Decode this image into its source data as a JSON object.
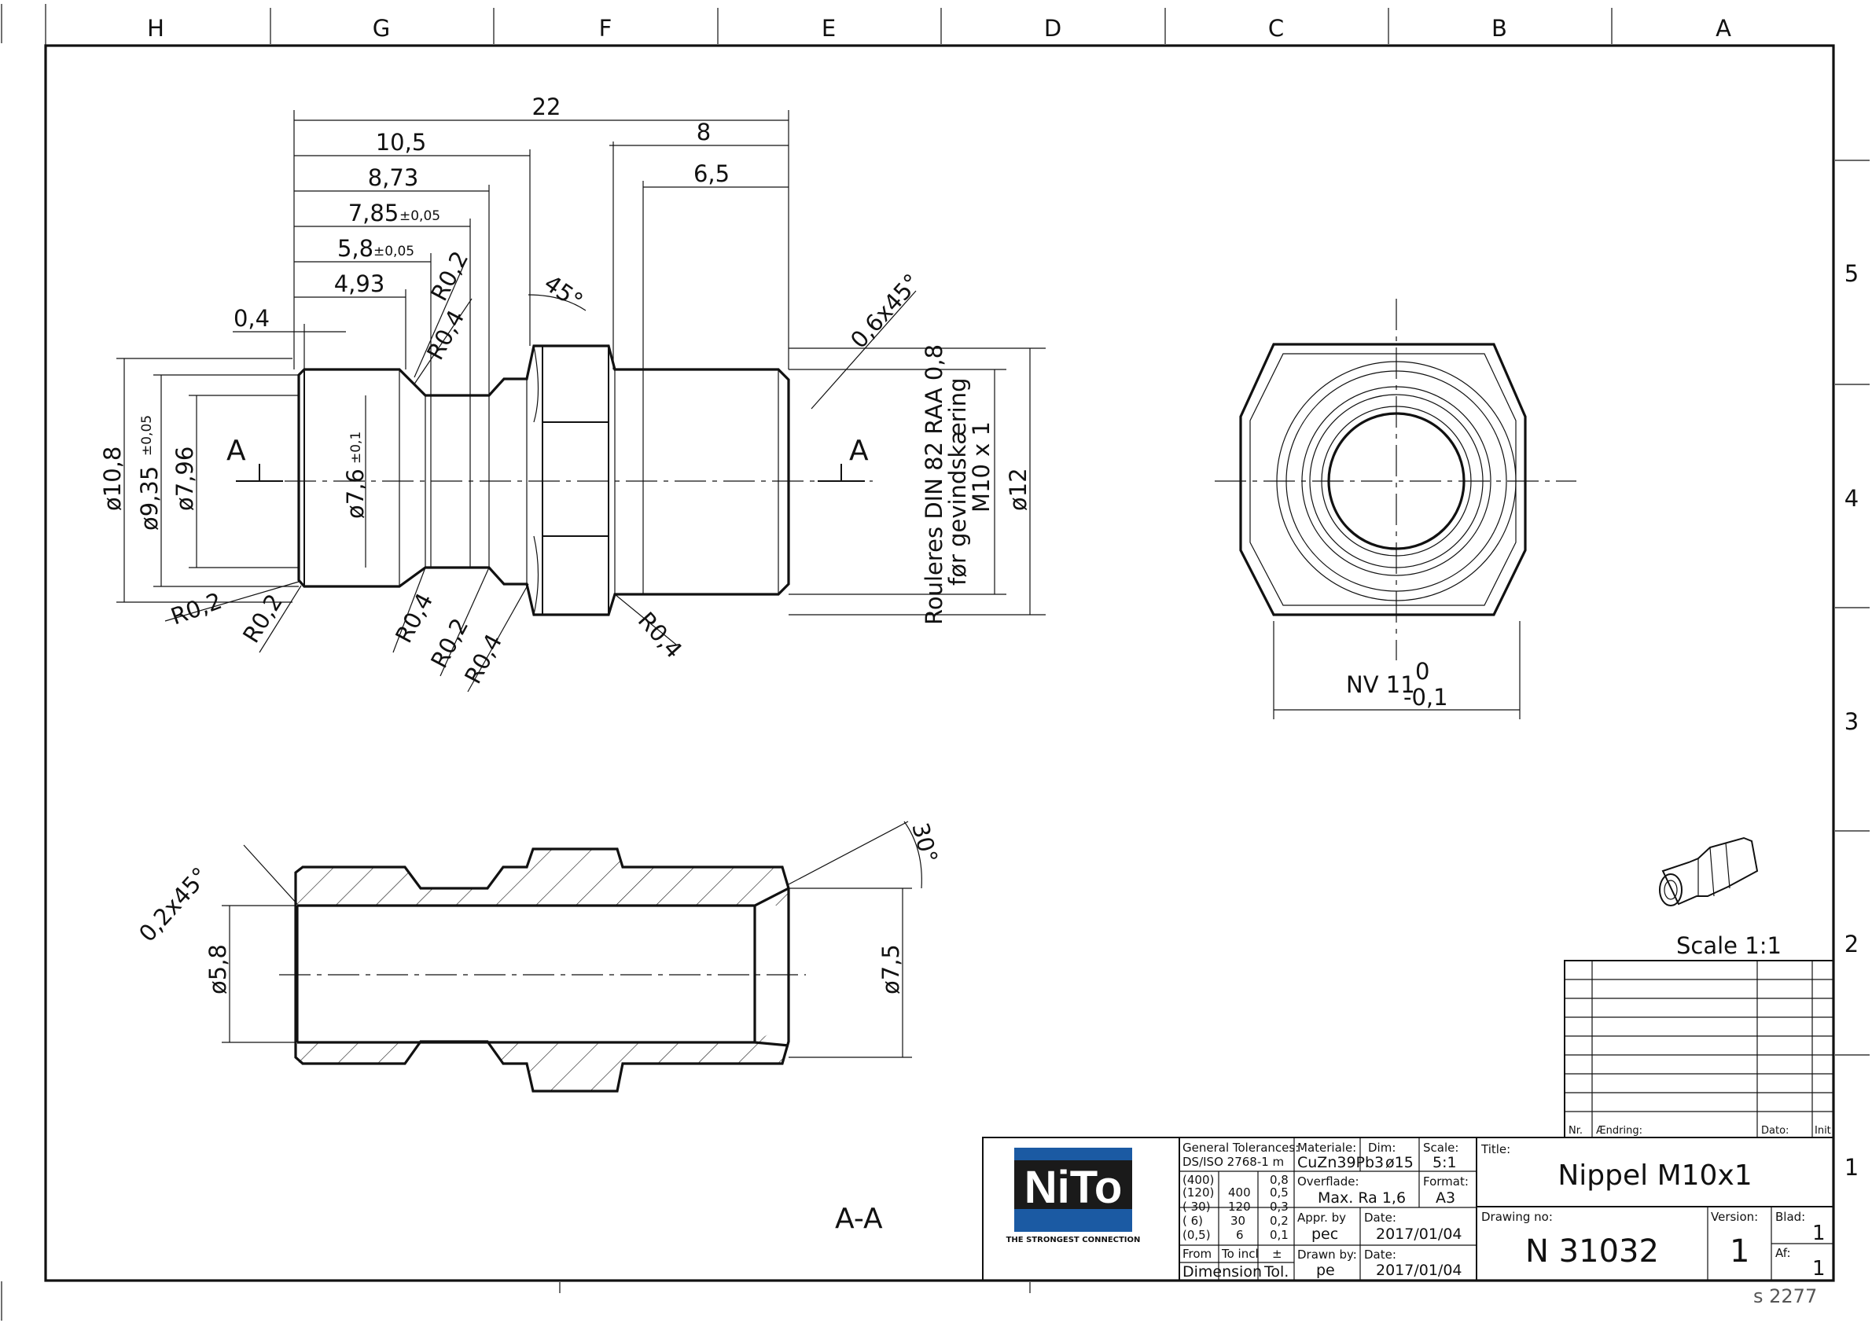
{
  "frame": {
    "columns": [
      "H",
      "G",
      "F",
      "E",
      "D",
      "C",
      "B",
      "A"
    ],
    "rows": [
      "5",
      "4",
      "3",
      "2",
      "1"
    ]
  },
  "dims": {
    "d22": "22",
    "d10_5": "10,5",
    "d8_73": "8,73",
    "d7_85": "7,85",
    "d7_85_tol": "±0,05",
    "d5_8": "5,8",
    "d5_8_tol": "±0,05",
    "d4_93": "4,93",
    "d0_4": "0,4",
    "d8": "8",
    "d6_5": "6,5",
    "r0_2_a": "R0,2",
    "r0_4_a": "R0,4",
    "angle45": "45°",
    "chamfer06": "0,6x45°",
    "dia10_8": "ø10,8",
    "dia9_35": "ø9,35",
    "dia9_35_tol": "±0,05",
    "dia7_96": "ø7,96",
    "dia7_6": "ø7,6",
    "dia7_6_tol": "±0,1",
    "dia12": "ø12",
    "r0_2_b": "R0,2",
    "r0_2_c": "R0,2",
    "r0_4_b": "R0,4",
    "r0_2_d": "R0,2",
    "r0_4_c": "R0,4",
    "r0_4_d": "R0,4",
    "section_mark": "A",
    "note_line1": "Rouleres DIN 82 RAA 0,8",
    "note_line2": "før gevindskæring",
    "note_line3": "M10 x 1",
    "nv": "NV 11",
    "nv_upper": "0",
    "nv_lower": "-0,1",
    "chamfer02": "0,2x45°",
    "dia5_8": "ø5,8",
    "dia7_5": "ø7,5",
    "angle30": "30°",
    "section_label": "A-A"
  },
  "scale_label": "Scale 1:1",
  "revision_table": {
    "col_nr": "Nr.",
    "col_change": "Ændring:",
    "col_date": "Dato:",
    "col_init": "Init"
  },
  "title_block": {
    "logo_text": "NiTo",
    "logo_tagline": "THE STRONGEST CONNECTION",
    "general_tol_label": "General Tolerances:",
    "general_tol_std": "DS/ISO 2768-1 m",
    "tol_rows": [
      {
        "from": "(400)",
        "to": "",
        "tol": "0,8"
      },
      {
        "from": "(120)",
        "to": "400",
        "tol": "0,5"
      },
      {
        "from": "( 30)",
        "to": "120",
        "tol": "0,3"
      },
      {
        "from": "( 6)",
        "to": "30",
        "tol": "0,2"
      },
      {
        "from": "(0,5)",
        "to": "6",
        "tol": "0,1"
      }
    ],
    "from_label": "From",
    "to_label": "To incl",
    "pm_label": "±",
    "dimension_label": "Dimension",
    "tol_label": "Tol.",
    "material_label": "Materiale:",
    "material": "CuZn39Pb3",
    "dim_label": "Dim:",
    "dim": "ø15",
    "scale_label": "Scale:",
    "scale": "5:1",
    "surface_label": "Overflade:",
    "surface": "Max. Ra 1,6",
    "format_label": "Format:",
    "format": "A3",
    "appr_label": "Appr. by",
    "appr": "pec",
    "date_label1": "Date:",
    "date1": "2017/01/04",
    "drawn_label": "Drawn by:",
    "drawn": "pe",
    "date_label2": "Date:",
    "date2": "2017/01/04",
    "title_label": "Title:",
    "title": "Nippel M10x1",
    "drawing_no_label": "Drawing no:",
    "drawing_no": "N 31032",
    "version_label": "Version:",
    "version": "1",
    "blad_label": "Blad:",
    "blad": "1",
    "af_label": "Af:",
    "af": "1"
  },
  "sheet_code": "s 2277"
}
